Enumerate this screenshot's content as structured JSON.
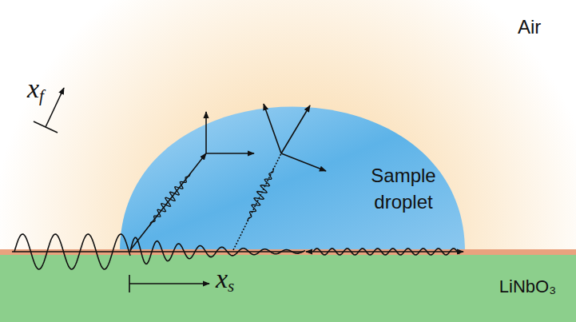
{
  "diagram": {
    "nodes": [
      {
        "text": [
          "Sample droplet"
        ]
      },
      {
        "text": [
          "LiNbO₃"
        ]
      }
    ],
    "labels": [
      "Air",
      "xf",
      "xs"
    ]
  }
}
